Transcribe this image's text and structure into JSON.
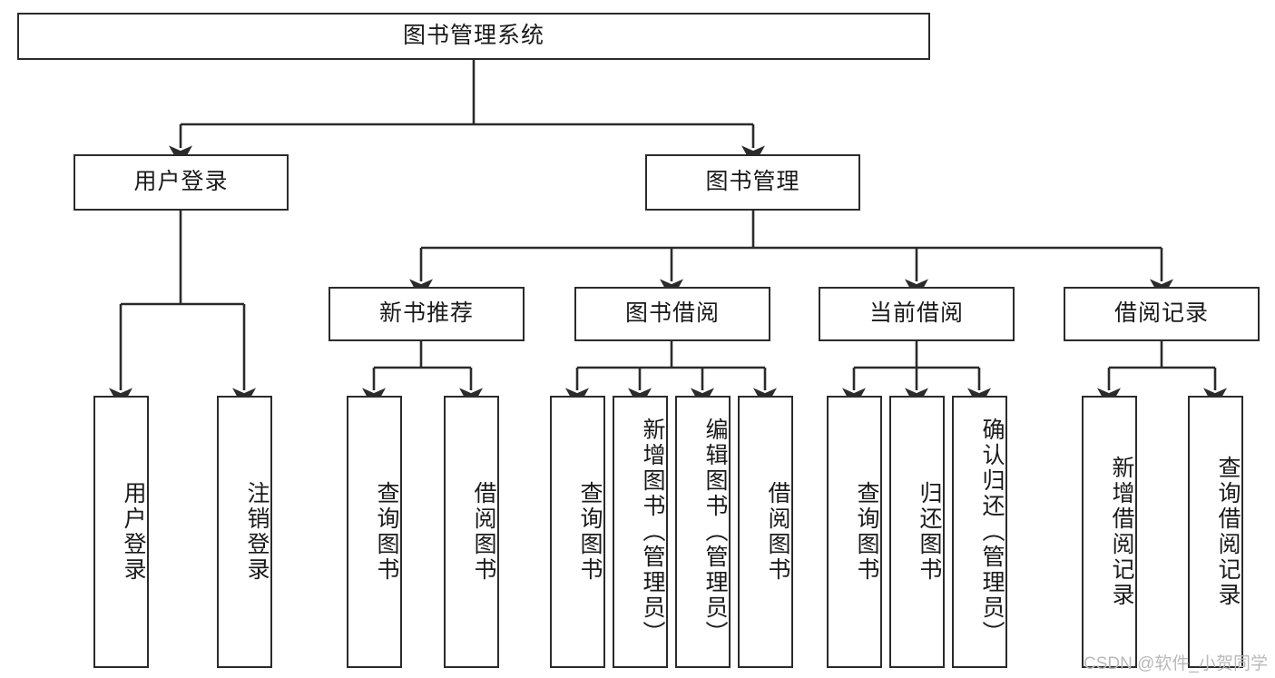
{
  "diagram": {
    "title": "图书管理系统",
    "type": "tree-hierarchy-chart",
    "root": {
      "id": "root",
      "label": "图书管理系统"
    },
    "level2": [
      {
        "id": "user-login",
        "label": "用户登录"
      },
      {
        "id": "book-manage",
        "label": "图书管理"
      }
    ],
    "level3": [
      {
        "id": "new-book-recommend",
        "label": "新书推荐"
      },
      {
        "id": "book-borrow",
        "label": "图书借阅"
      },
      {
        "id": "current-borrow",
        "label": "当前借阅"
      },
      {
        "id": "borrow-record",
        "label": "借阅记录"
      }
    ],
    "leaves": {
      "user_login": [
        {
          "id": "leaf-user-login",
          "label": "用户登录"
        },
        {
          "id": "leaf-user-logout",
          "label": "注销登录"
        }
      ],
      "new_book_recommend": [
        {
          "id": "leaf-query-book-1",
          "label": "查询图书"
        },
        {
          "id": "leaf-borrow-book-1",
          "label": "借阅图书"
        }
      ],
      "book_borrow": [
        {
          "id": "leaf-query-book-2",
          "label": "查询图书"
        },
        {
          "id": "leaf-add-book",
          "label": "新增图书（管理员）"
        },
        {
          "id": "leaf-edit-book",
          "label": "编辑图书（管理员）"
        },
        {
          "id": "leaf-borrow-book-2",
          "label": "借阅图书"
        }
      ],
      "current_borrow": [
        {
          "id": "leaf-query-book-3",
          "label": "查询图书"
        },
        {
          "id": "leaf-return-book",
          "label": "归还图书"
        },
        {
          "id": "leaf-confirm-return",
          "label": "确认归还（管理员）"
        }
      ],
      "borrow_record": [
        {
          "id": "leaf-add-record",
          "label": "新增借阅记录"
        },
        {
          "id": "leaf-query-record",
          "label": "查询借阅记录"
        }
      ]
    }
  },
  "watermark": {
    "text": "CSDN @软件_小贺同学"
  },
  "colors": {
    "stroke": "#2b2b2b",
    "box_fill": "#ffffff",
    "text": "#1a1a1a",
    "background": "#ffffff",
    "watermark": "#b9b9b9"
  }
}
